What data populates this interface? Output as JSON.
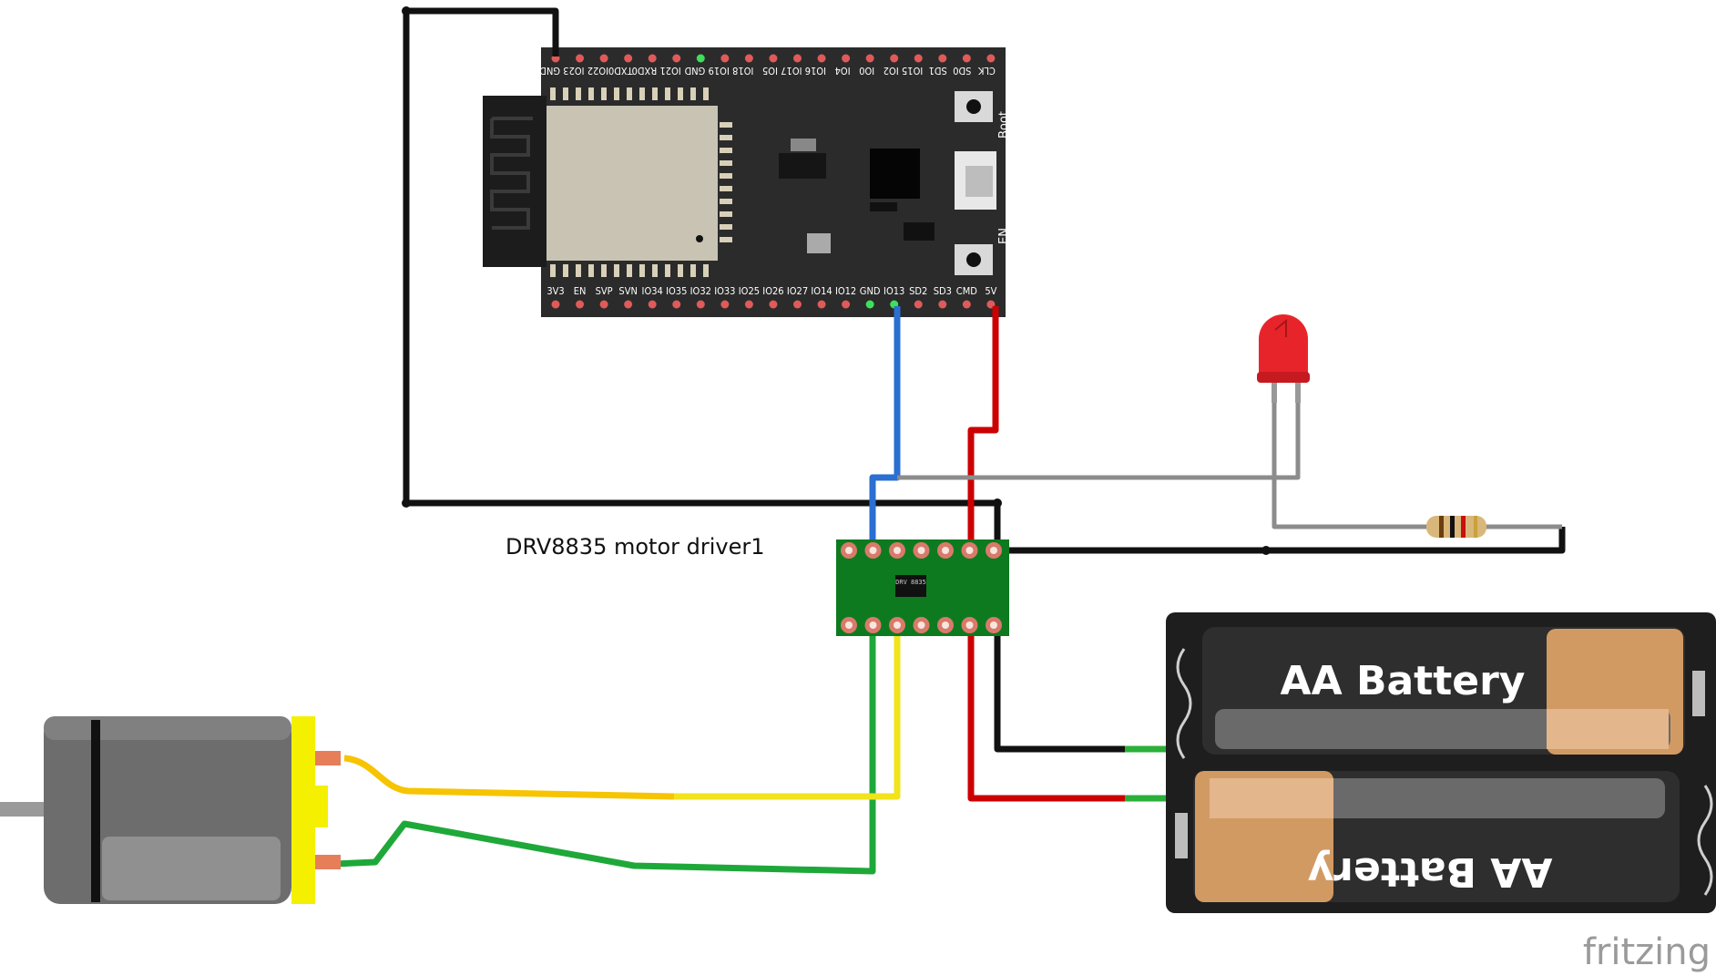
{
  "esp32": {
    "top_pins": [
      "GND",
      "IO23",
      "IO22",
      "TXD0",
      "RXD0",
      "IO21",
      "GND",
      "IO19",
      "IO18",
      "IO5",
      "IO17",
      "IO16",
      "IO4",
      "IO0",
      "IO2",
      "IO15",
      "SD1",
      "SD0",
      "CLK"
    ],
    "bottom_pins": [
      "3V3",
      "EN",
      "SVP",
      "SVN",
      "IO34",
      "IO35",
      "IO32",
      "IO33",
      "IO25",
      "IO26",
      "IO27",
      "IO14",
      "IO12",
      "GND",
      "IO13",
      "SD2",
      "SD3",
      "CMD",
      "5V"
    ],
    "boot_label": "Boot",
    "en_label": "EN"
  },
  "driver": {
    "label": "DRV8835 motor driver1",
    "chip_text": "DRV 8835"
  },
  "battery": {
    "label_top": "AA Battery",
    "label_bottom": "AA Battery"
  },
  "watermark": "fritzing",
  "colors": {
    "wire_black": "#111111",
    "wire_red": "#cc0000",
    "wire_blue": "#2a6fd1",
    "wire_gray": "#8c8c8c",
    "wire_green": "#1fa83a",
    "wire_yellow": "#f1e31c",
    "wire_orange": "#f6c400",
    "board_dark": "#2b2b2b",
    "driver_green": "#0d7a20",
    "motor_yellow": "#f4f000",
    "led_red": "#e8242b"
  }
}
